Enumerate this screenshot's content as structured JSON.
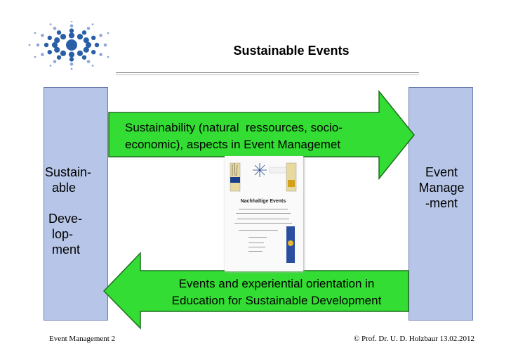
{
  "slide": {
    "title": "Sustainable Events",
    "left_box_text": "Sustain-\n  able\n\n Deve-\n  lop-\n  ment",
    "right_box_text": "Event\nManage\n-ment",
    "upper_arrow_text": "Sustainability (natural  ressources, socio-\neconomic), aspects in Event Managemet",
    "lower_arrow_text": "Events and experiential orientation in\nEducation for Sustainable Development",
    "document_title": "Nachhaltige Events",
    "footer_left": "Event Management 2",
    "footer_right": "© Prof. Dr. U. D. Holzbaur 13.02.2012"
  },
  "colors": {
    "arrow_fill": "#33dd33",
    "box_fill": "#b7c6e8",
    "logo_blue": "#2a5fa8"
  },
  "icons": [
    "starburst-logo",
    "right-arrow",
    "left-arrow",
    "document-thumbnail"
  ]
}
